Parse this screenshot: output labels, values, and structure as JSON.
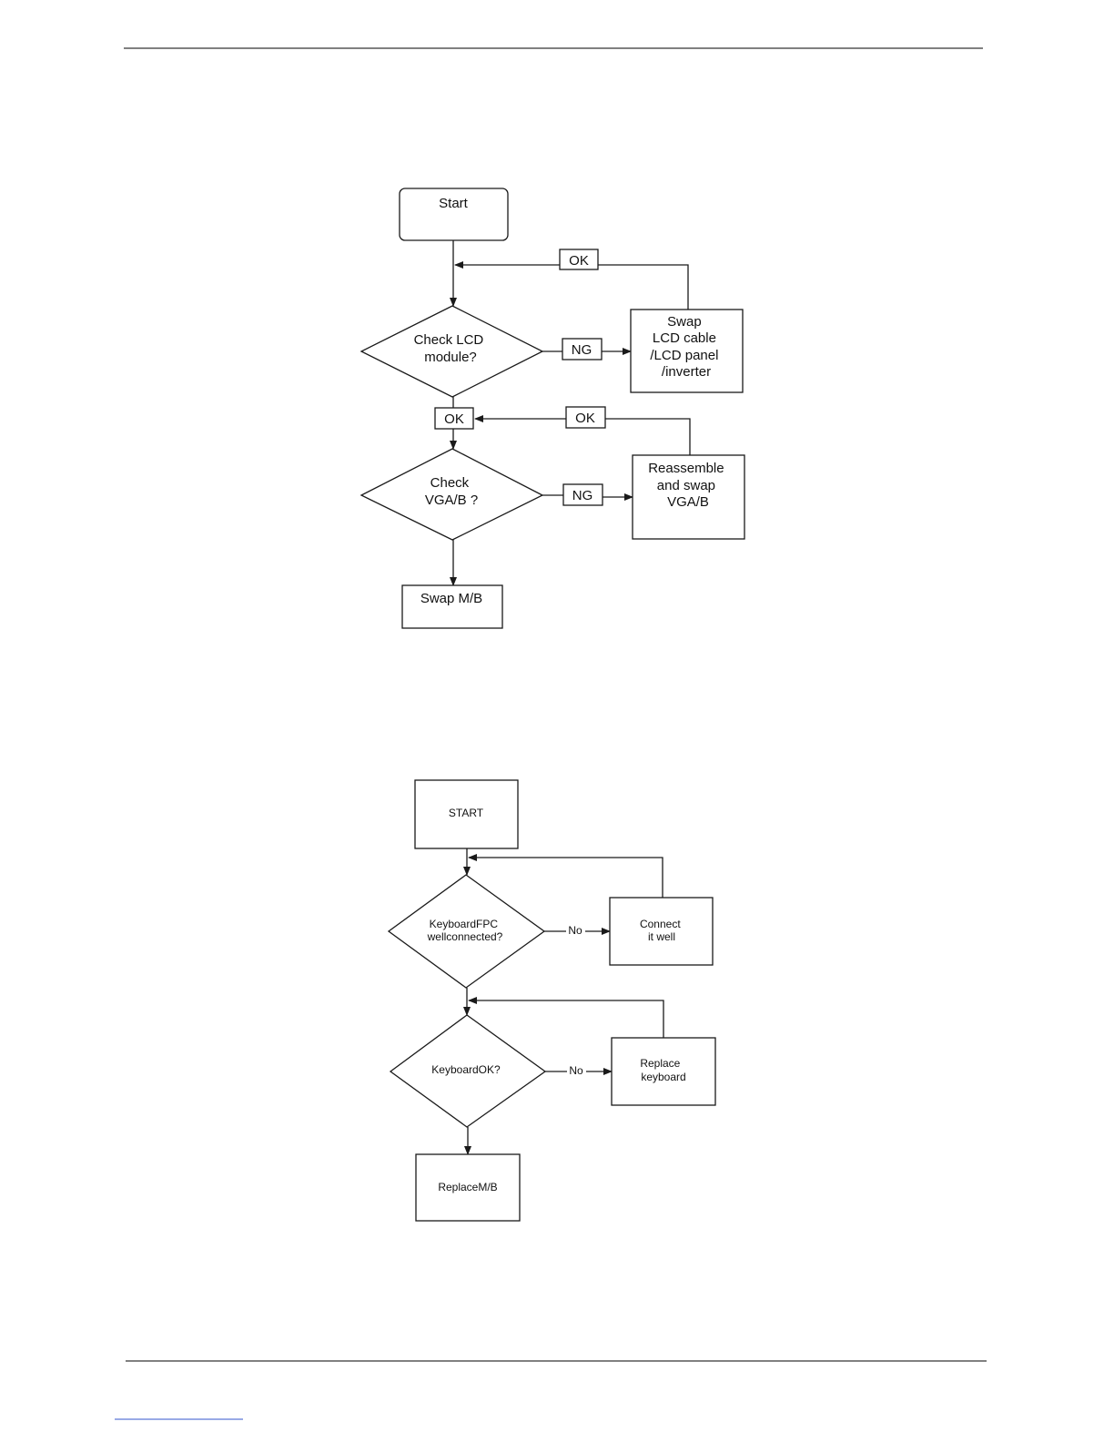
{
  "flowchart_lcd": {
    "start": "Start",
    "check_lcd": [
      "Check LCD",
      "module?"
    ],
    "ok_return_1": "OK",
    "ng_1": "NG",
    "swap_lcd": [
      "Swap",
      "LCD cable",
      "/LCD panel",
      "/inverter"
    ],
    "ok_down": "OK",
    "ok_return_2": "OK",
    "check_vga": [
      "Check",
      "VGA/B ?"
    ],
    "ng_2": "NG",
    "reassemble": [
      "Reassemble",
      "and swap",
      "VGA/B"
    ],
    "swap_mb": "Swap M/B"
  },
  "flowchart_keyboard": {
    "start": "START",
    "check_fpc": [
      "KeyboardFPC",
      "wellconnected?"
    ],
    "no_1": "No",
    "connect": [
      "Connect",
      "it well"
    ],
    "check_keyboard": "KeyboardOK?",
    "no_2": "No",
    "replace_keyboard": [
      "Replace",
      "keyboard"
    ],
    "replace_mb": "ReplaceM/B"
  }
}
